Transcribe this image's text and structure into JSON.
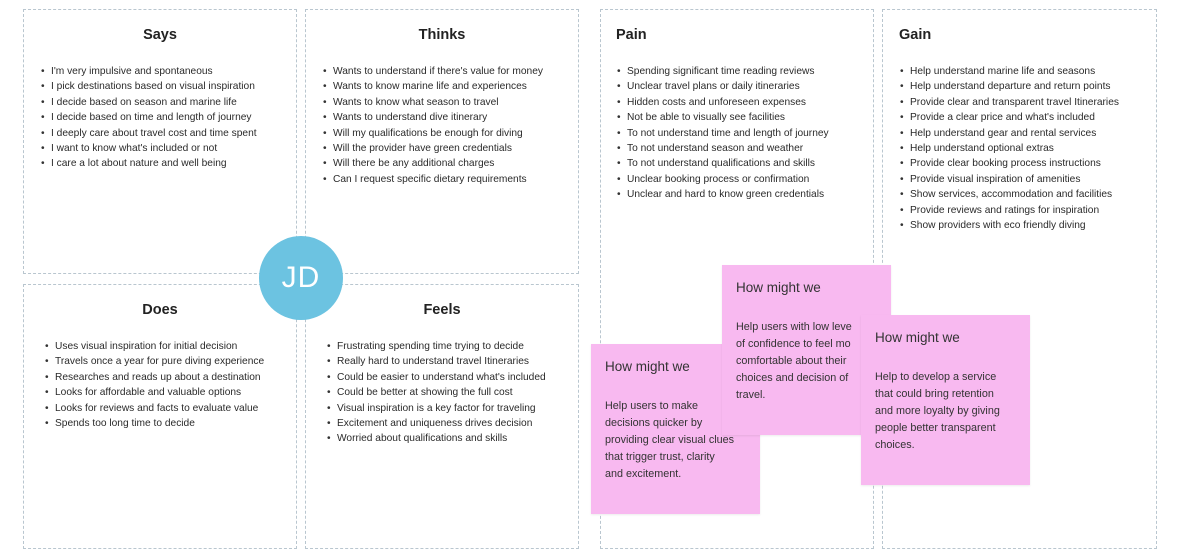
{
  "says": {
    "title": "Says",
    "items": [
      "I'm very impulsive and spontaneous",
      "I pick destinations based on visual inspiration",
      "I decide based on season and marine life",
      "I decide based on time and length of journey",
      "I deeply care about travel cost and time spent",
      "I want to know what's included or not",
      "I care a lot about nature and well being"
    ]
  },
  "thinks": {
    "title": "Thinks",
    "items": [
      "Wants to understand if there's value for money",
      "Wants to know marine life and experiences",
      "Wants to know what season to travel",
      "Wants to understand dive itinerary",
      "Will my qualifications be enough for diving",
      "Will the provider have green credentials",
      "Will there be any additional charges",
      "Can I request specific dietary requirements"
    ]
  },
  "does": {
    "title": "Does",
    "items": [
      "Uses visual inspiration for initial decision",
      "Travels once a year for pure diving experience",
      "Researches and reads up about a destination",
      "Looks for affordable and valuable options",
      "Looks for reviews and facts to evaluate value",
      "Spends too long time to decide"
    ]
  },
  "feels": {
    "title": "Feels",
    "items": [
      "Frustrating spending time trying to decide",
      "Really hard to understand travel Itineraries",
      "Could be easier to understand what's included",
      "Could be better at showing the full cost",
      "Visual inspiration is a key factor for traveling",
      "Excitement and uniqueness drives decision",
      "Worried about qualifications and skills"
    ]
  },
  "pain": {
    "title": "Pain",
    "items": [
      "Spending significant time reading reviews",
      "Unclear travel plans or daily itineraries",
      "Hidden costs and unforeseen expenses",
      "Not be able to visually see facilities",
      "To not understand time and length of journey",
      "To not understand season and weather",
      "To not understand qualifications and skills",
      "Unclear booking process or confirmation",
      "Unclear and hard to know green credentials"
    ]
  },
  "gain": {
    "title": "Gain",
    "items": [
      "Help understand marine life and seasons",
      "Help understand departure and return points",
      "Provide clear and transparent travel Itineraries",
      "Provide a clear price and what's included",
      "Help understand gear and rental services",
      "Help understand optional extras",
      "Provide clear booking process instructions",
      "Provide visual inspiration of amenities",
      "Show services, accommodation and facilities",
      "Provide reviews and ratings for inspiration",
      "Show providers with eco friendly diving"
    ]
  },
  "avatar": {
    "initials": "JD",
    "color": "#6cc3e1"
  },
  "sticky_color": "#f8b9f0",
  "stickies": [
    {
      "title": "How might we",
      "lines": [
        "Help users with low leve",
        "of confidence to feel mo",
        "comfortable about their",
        "choices and decision of",
        "travel."
      ]
    },
    {
      "title": "How might we",
      "lines": [
        "Help users to make",
        "decisions quicker by",
        "providing clear visual clues",
        "that trigger trust, clarity",
        "and excitement."
      ]
    },
    {
      "title": "How might we",
      "lines": [
        "Help to develop a service",
        "that could bring retention",
        "and more loyalty by giving",
        "people better transparent",
        "choices."
      ]
    }
  ]
}
